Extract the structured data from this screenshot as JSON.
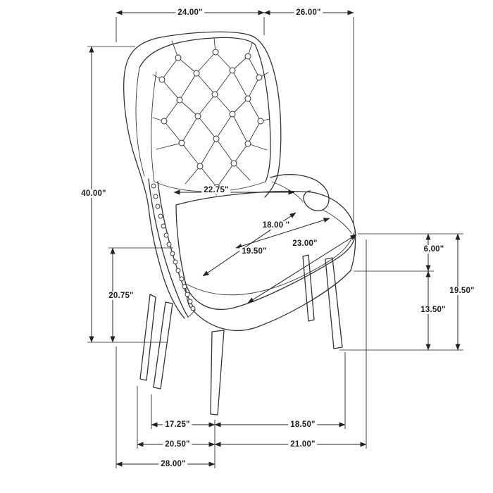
{
  "diagram": {
    "subject": "tufted-wingback-dining-chair-dimension-drawing"
  },
  "dimensions": {
    "top_back_width": "24.00\"",
    "top_depth": "26.00\"",
    "overall_height": "40.00\"",
    "arm_height": "20.75\"",
    "seat_back_width": "22.75\"",
    "seat_width": "18.00 \"",
    "seat_depth": "19.50\"",
    "seat_front_width": "23.00\"",
    "seat_thickness": "6.00\"",
    "leg_height": "13.50\"",
    "seat_height": "19.50\"",
    "front_leg_span": "17.25\"",
    "side_leg_span": "18.50\"",
    "base_depth": "20.50\"",
    "base_width": "21.00\"",
    "overall_depth": "28.00\""
  }
}
